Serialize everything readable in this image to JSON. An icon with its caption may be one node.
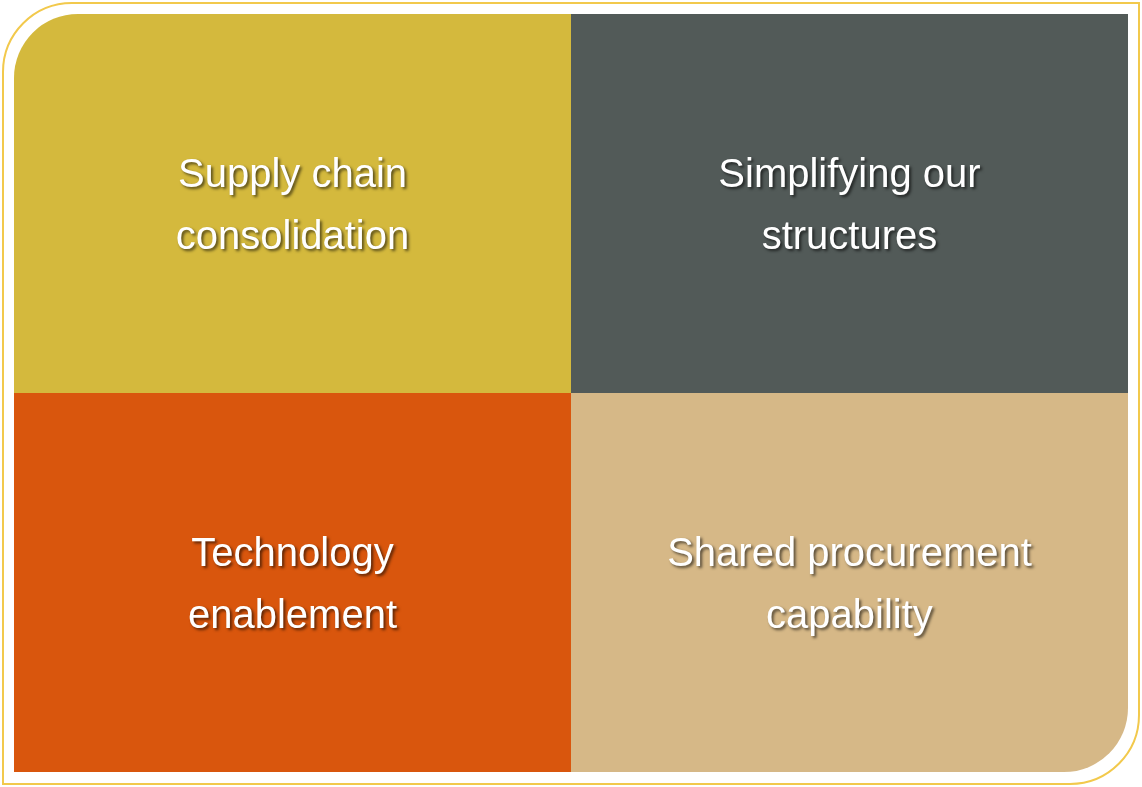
{
  "diagram": {
    "nodes": [
      {
        "text": [
          "Supply chain consolidation"
        ]
      },
      {
        "text": [
          "Simplifying our structures"
        ]
      },
      {
        "text": [
          "Technology enablement"
        ]
      },
      {
        "text": [
          "Shared procurement capability"
        ]
      }
    ]
  }
}
